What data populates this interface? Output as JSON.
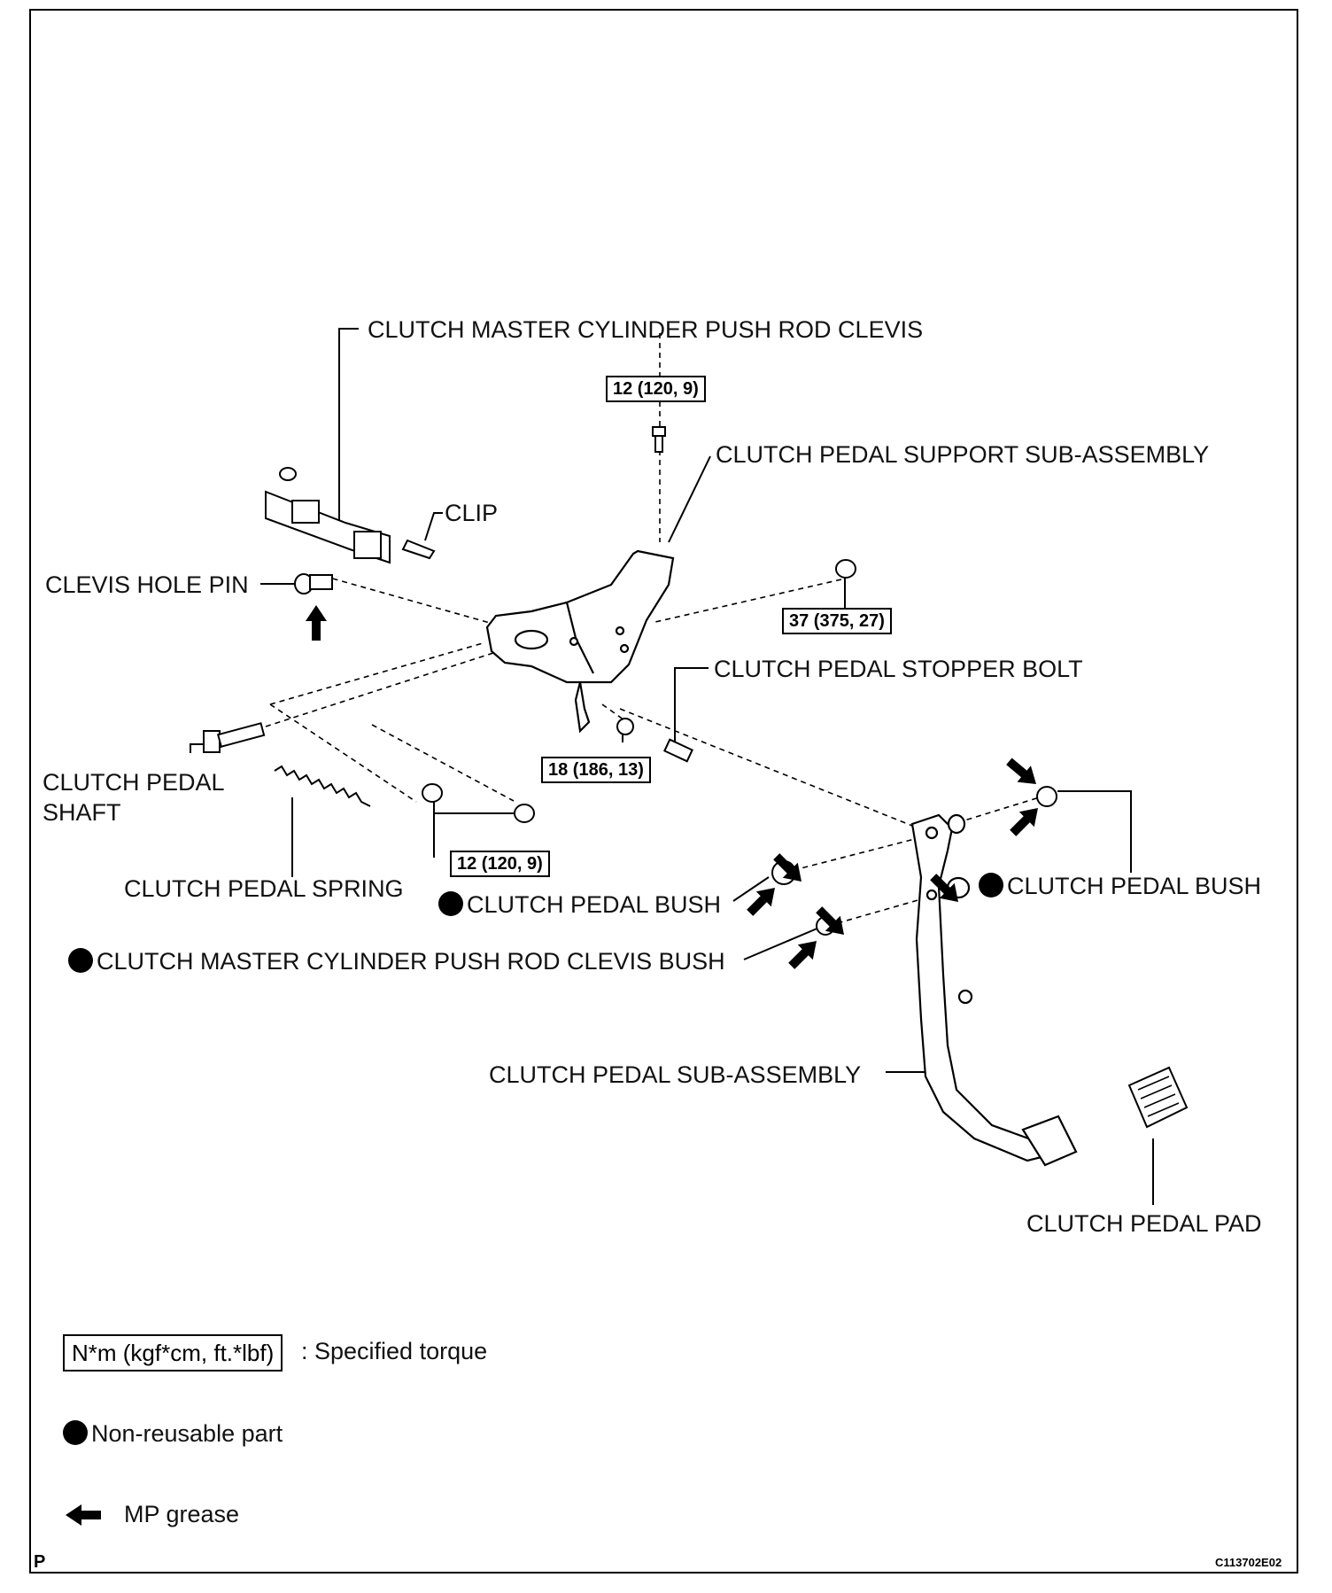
{
  "labels": {
    "push_rod_clevis": "CLUTCH MASTER CYLINDER PUSH ROD CLEVIS",
    "support_sub_assembly": "CLUTCH PEDAL SUPPORT SUB-ASSEMBLY",
    "clip": "CLIP",
    "clevis_hole_pin": "CLEVIS HOLE PIN",
    "stopper_bolt": "CLUTCH PEDAL STOPPER BOLT",
    "pedal_shaft_1": "CLUTCH PEDAL",
    "pedal_shaft_2": "SHAFT",
    "pedal_spring": "CLUTCH PEDAL SPRING",
    "pedal_bush_left": "CLUTCH PEDAL BUSH",
    "pedal_bush_right": "CLUTCH PEDAL BUSH",
    "push_rod_clevis_bush": "CLUTCH MASTER CYLINDER PUSH ROD CLEVIS BUSH",
    "pedal_sub_assembly": "CLUTCH PEDAL SUB-ASSEMBLY",
    "pedal_pad": "CLUTCH PEDAL PAD"
  },
  "torques": {
    "support_bolt": "12 (120, 9)",
    "support_nut": "37 (375, 27)",
    "stopper_nut": "18 (186, 13)",
    "lower_nuts": "12 (120, 9)"
  },
  "legend": {
    "torque_unit": "N*m (kgf*cm, ft.*lbf)",
    "torque_desc": ": Specified torque",
    "non_reusable": "Non-reusable part",
    "mp_grease": "MP grease"
  },
  "footer": {
    "left_mark": "P",
    "figure_code": "C113702E02"
  }
}
